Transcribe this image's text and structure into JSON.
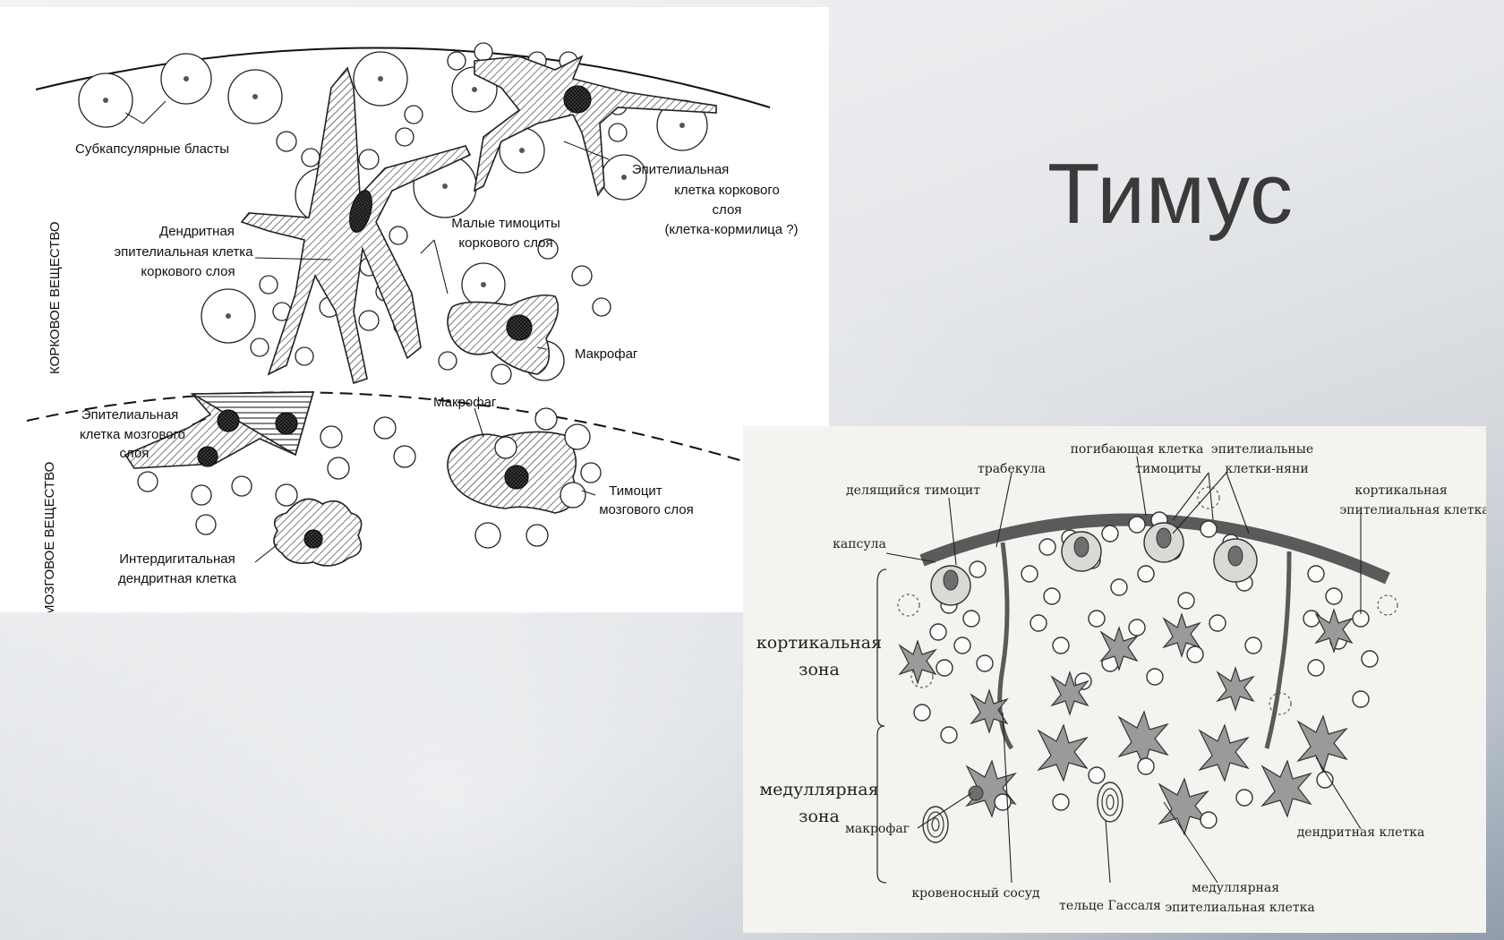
{
  "slide": {
    "title": "Тимус"
  },
  "diagram_top": {
    "side_labels": {
      "cortex": "КОРКОВОЕ ВЕЩЕСТВО",
      "medulla": "МОЗГОВОЕ ВЕЩЕСТВО"
    },
    "labels": {
      "subcapsular_blasts": "Субкапсулярные бласты",
      "epithelial_cortex_1": "Эпителиальная",
      "epithelial_cortex_2": "клетка коркового",
      "epithelial_cortex_3": "слоя",
      "epithelial_cortex_4": "(клетка-кормилица ?)",
      "dendritic_epi_1": "Дендритная",
      "dendritic_epi_2": "эпителиальная клетка",
      "dendritic_epi_3": "коркового слоя",
      "small_thymocytes_1": "Малые тимоциты",
      "small_thymocytes_2": "коркового слоя",
      "macrophage_cortex": "Макрофаг",
      "epithelial_medulla_1": "Эпителиальная",
      "epithelial_medulla_2": "клетка мозгового",
      "epithelial_medulla_3": "слоя",
      "macrophage_medulla": "Макрофаг",
      "thymocyte_medulla_1": "Тимоцит",
      "thymocyte_medulla_2": "мозгового слоя",
      "interdigital_1": "Интердигитальная",
      "interdigital_2": "дендритная клетка"
    }
  },
  "diagram_bottom": {
    "labels": {
      "dying_cell": "погибающая клетка",
      "epithelial_nurse_1": "эпителиальные",
      "epithelial_nurse_2": "клетки-няни",
      "trabecula": "трабекула",
      "thymocytes": "тимоциты",
      "dividing_thymocyte": "делящийся тимоцит",
      "cortical_epi_1": "кортикальная",
      "cortical_epi_2": "эпителиальная клетка",
      "capsule": "капсула",
      "cortical_zone_1": "кортикальная",
      "cortical_zone_2": "зона",
      "medullary_zone_1": "медуллярная",
      "medullary_zone_2": "зона",
      "macrophage": "макрофаг",
      "dendritic_cell": "дендритная клетка",
      "blood_vessel": "кровеносный сосуд",
      "hassall_body": "тельце Гассаля",
      "medullary_epi_1": "медуллярная",
      "medullary_epi_2": "эпителиальная клетка"
    }
  }
}
